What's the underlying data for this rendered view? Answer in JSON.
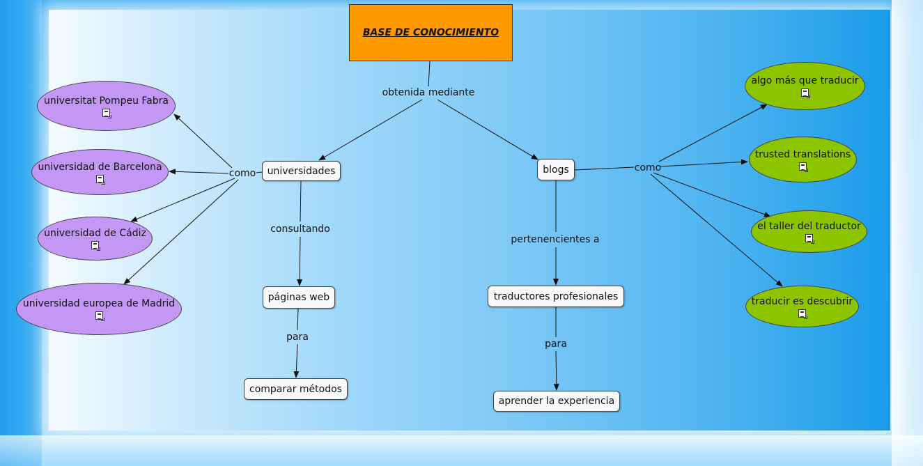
{
  "root": {
    "label": "BASE DE CONOCIMIENTO"
  },
  "link_labels": {
    "obtenida": "obtenida mediante",
    "como_left": "como",
    "como_right": "como",
    "consultando": "consultando",
    "para_left": "para",
    "pertenencientes": "pertenencientes a",
    "para_right": "para"
  },
  "nodes": {
    "universidades": "universidades",
    "blogs": "blogs",
    "paginas_web": "páginas web",
    "comparar_metodos": "comparar métodos",
    "traductores_profesionales": "traductores profesionales",
    "aprender_experiencia": "aprender la experiencia"
  },
  "universities": [
    "universitat Pompeu Fabra",
    "universidad de Barcelona",
    "universidad de Cádiz",
    "universidad europea de Madrid"
  ],
  "blogs_list": [
    "algo más que traducir",
    "trusted translations",
    "el taller del traductor",
    "traducir es descubrir"
  ],
  "colors": {
    "root": "#ff9900",
    "university_ellipse": "#c597f4",
    "blog_ellipse": "#8dc400",
    "concept_box": "#f7f9fb"
  },
  "icons": {
    "resource": "document-icon"
  }
}
